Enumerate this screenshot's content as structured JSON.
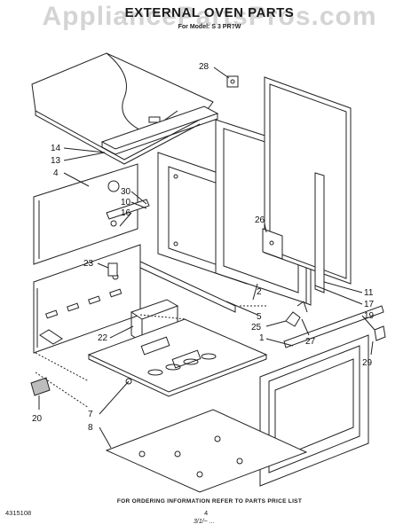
{
  "watermark": "AppliancePartsPros.com",
  "title": "EXTERNAL OVEN PARTS",
  "subtitle": "For Model: S 3 PR?W",
  "callouts": [
    "28",
    "14",
    "13",
    "4",
    "30",
    "10",
    "16",
    "26",
    "23",
    "2",
    "5",
    "25",
    "27",
    "11",
    "17",
    "19",
    "22",
    "1",
    "29",
    "7",
    "8",
    "20"
  ],
  "footer": {
    "note": "FOR ORDERING INFORMATION REFER TO PARTS PRICE LIST",
    "doc_id": "4315108",
    "page": "4",
    "handwriting": "3/1/~ ..."
  },
  "colors": {
    "line": "#222222",
    "fill": "#ffffff",
    "shade": "#bdbdbd"
  }
}
